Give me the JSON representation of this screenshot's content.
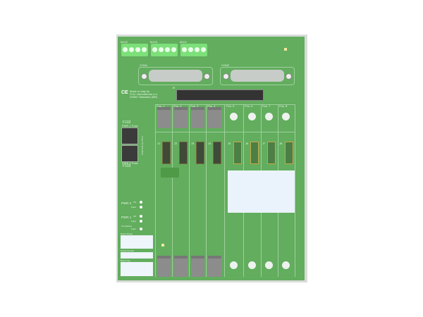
{
  "terminals": [
    "M102",
    "M103",
    "M101"
  ],
  "connectors": [
    "CON1",
    "CON2"
  ],
  "ribbon": "J9",
  "maker": [
    "Made in Italy by",
    "G.M. International s.r.l.",
    "20852 Villasanta (MB)"
  ],
  "ce": "CE",
  "positions": [
    "Pos. 1",
    "Pos. 2",
    "Pos. 3",
    "Pos. 4",
    "Pos. 5",
    "Pos. 6",
    "Pos. 7",
    "Pos. 8"
  ],
  "headers": [
    "J1",
    "J2",
    "J3",
    "J4",
    "J5",
    "J6",
    "J7",
    "J8"
  ],
  "fuses": {
    "top_id": "F102",
    "top_label": "PWR 1 Fuse",
    "bottom_id": "F103",
    "bottom_label": "PWR 2 Fuse",
    "rating": "Fuses 5A Slow Blow"
  },
  "leds": {
    "pwr2": "PWR 2",
    "pwr1": "PWR 1",
    "ok": "OK",
    "fault": "Fault",
    "cumulative": "Cumulative"
  },
  "labels": {
    "model": "Board Model",
    "serial": "Serial Number",
    "tag": "Board Tag"
  }
}
